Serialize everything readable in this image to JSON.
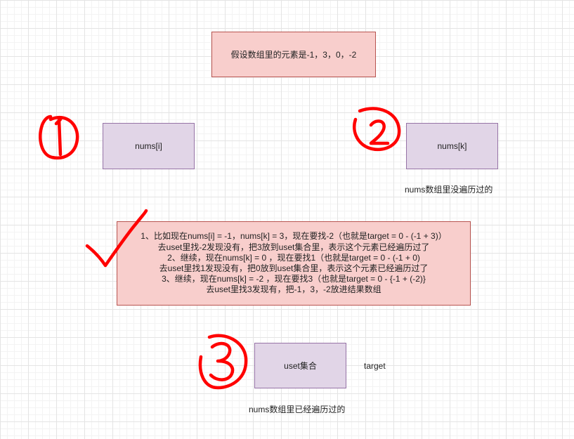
{
  "colors": {
    "red_fill": "#f8cecc",
    "red_border": "#b85450",
    "purple_fill": "#e1d5e7",
    "purple_border": "#9673a6",
    "annotation_ink": "#ff0000"
  },
  "top_note": "假设数组里的元素是-1，3，0，-2",
  "box_nums_i": "nums[i]",
  "box_nums_k": "nums[k]",
  "nums_k_caption": "nums数组里没遍历过的",
  "explanation": {
    "lines": [
      "1、比如现在nums[i] = -1，nums[k] = 3，现在要找-2（也就是target = 0 - (-1 + 3)）",
      "去uset里找-2发现没有，把3放到uset集合里，表示这个元素已经遍历过了",
      "2、继续，现在nums[k] = 0 ，现在要找1（也就是target = 0 - (-1 + 0)",
      "去uset里找1发现没有，把0放到uset集合里，表示这个元素已经遍历过了",
      "3、继续，现在nums[k] = -2 ，现在要找3（也就是target = 0 - {-1 + (-2)}",
      "去uset里找3发现有，把-1，3，-2放进结果数组"
    ]
  },
  "box_uset": "uset集合",
  "target_label": "target",
  "uset_caption": "nums数组里已经遍历过的",
  "annotations": [
    "circled-1",
    "circled-2",
    "circled-3",
    "checkmark"
  ]
}
